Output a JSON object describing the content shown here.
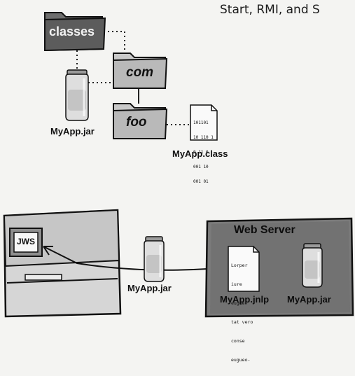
{
  "header": {
    "text": "Start, RMI, and S"
  },
  "top_diagram": {
    "folders": {
      "classes": "classes",
      "com": "com",
      "foo": "foo"
    },
    "jar_label": "MyApp.jar",
    "class_file": {
      "label": "MyApp.class",
      "contents": [
        "101101",
        "10 110 1",
        "0 11 0",
        "001 10",
        "001 01"
      ]
    }
  },
  "bottom_diagram": {
    "client_screen_label": "JWS",
    "jar_label": "MyApp.jar",
    "server": {
      "title": "Web Server",
      "jnlp_label": "MyApp.jnlp",
      "jar_label": "MyApp.jar",
      "jnlp_contents": [
        "Lorper",
        "iure",
        "eugue",
        "tat vero",
        "conse",
        "eugueo-"
      ]
    }
  }
}
